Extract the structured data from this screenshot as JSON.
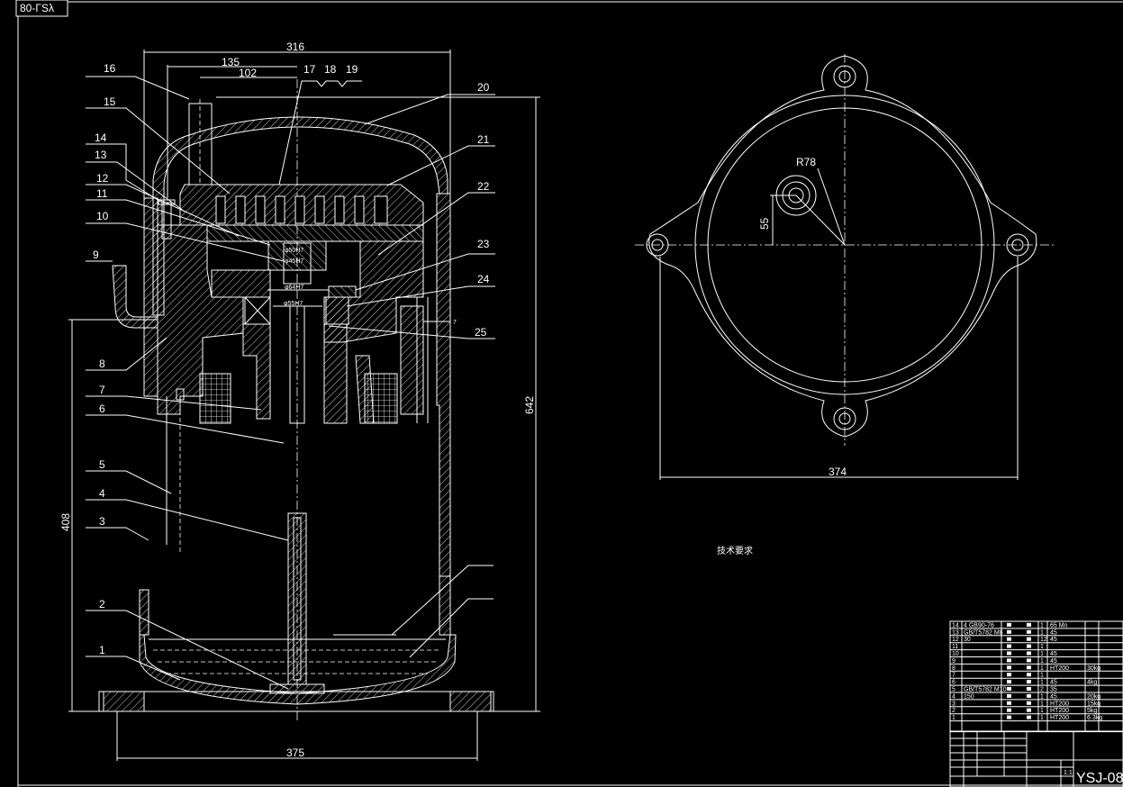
{
  "drawing": {
    "mirrored_title": "80-ΓSλ",
    "notes_heading": "技术要求",
    "part_labels": {
      "p1": "1",
      "p2": "2",
      "p3": "3",
      "p4": "4",
      "p5": "5",
      "p6": "6",
      "p7": "7",
      "p8": "8",
      "p9": "9",
      "p10": "10",
      "p11": "11",
      "p12": "12",
      "p13": "13",
      "p14": "14",
      "p15": "15",
      "p16": "16",
      "p17": "17",
      "p18": "18",
      "p19": "19",
      "p20": "20",
      "p21": "21",
      "p22": "22",
      "p23": "23",
      "p24": "24",
      "p25": "25"
    },
    "dimensions": {
      "d316": "316",
      "d135": "135",
      "d102": "102",
      "d642": "642",
      "d408": "408",
      "d375": "375",
      "d374": "374",
      "r78": "R78",
      "d55": "55",
      "d7": "7",
      "phi50": "φ50H7",
      "phi45": "φ45H7",
      "phi64": "φ64H7",
      "phi55": "φ55H7"
    }
  },
  "parts_table": {
    "rows": [
      {
        "no": "14",
        "code": "4 GB90-76",
        "qty": "1",
        "material": "65 Mn",
        "weight": ""
      },
      {
        "no": "13",
        "code": "GB/T5782 M8",
        "qty": "1",
        "material": "45",
        "weight": ""
      },
      {
        "no": "12",
        "code": "30",
        "qty": "12",
        "material": "45",
        "weight": ""
      },
      {
        "no": "11",
        "code": "",
        "qty": "1",
        "material": "",
        "weight": ""
      },
      {
        "no": "10",
        "code": "",
        "qty": "1",
        "material": "45",
        "weight": ""
      },
      {
        "no": "9",
        "code": "",
        "qty": "1",
        "material": "45",
        "weight": ""
      },
      {
        "no": "8",
        "code": "",
        "qty": "1",
        "material": "HT200",
        "weight": "30kg"
      },
      {
        "no": "7",
        "code": "",
        "qty": "1",
        "material": "",
        "weight": ""
      },
      {
        "no": "6",
        "code": "",
        "qty": "1",
        "material": "45",
        "weight": "4kg"
      },
      {
        "no": "5",
        "code": "GB/T5782 M10",
        "qty": "2",
        "material": "35",
        "weight": ""
      },
      {
        "no": "4",
        "code": "150",
        "qty": "1",
        "material": "45",
        "weight": "20kg"
      },
      {
        "no": "3",
        "code": "",
        "qty": "1",
        "material": "HT200",
        "weight": "15kg"
      },
      {
        "no": "2",
        "code": "",
        "qty": "1",
        "material": "HT200",
        "weight": "5kg"
      },
      {
        "no": "1",
        "code": "",
        "qty": "1",
        "material": "HT200",
        "weight": "6.3kg"
      }
    ],
    "scale": "1:1",
    "drawing_number": "YSJ-08"
  }
}
